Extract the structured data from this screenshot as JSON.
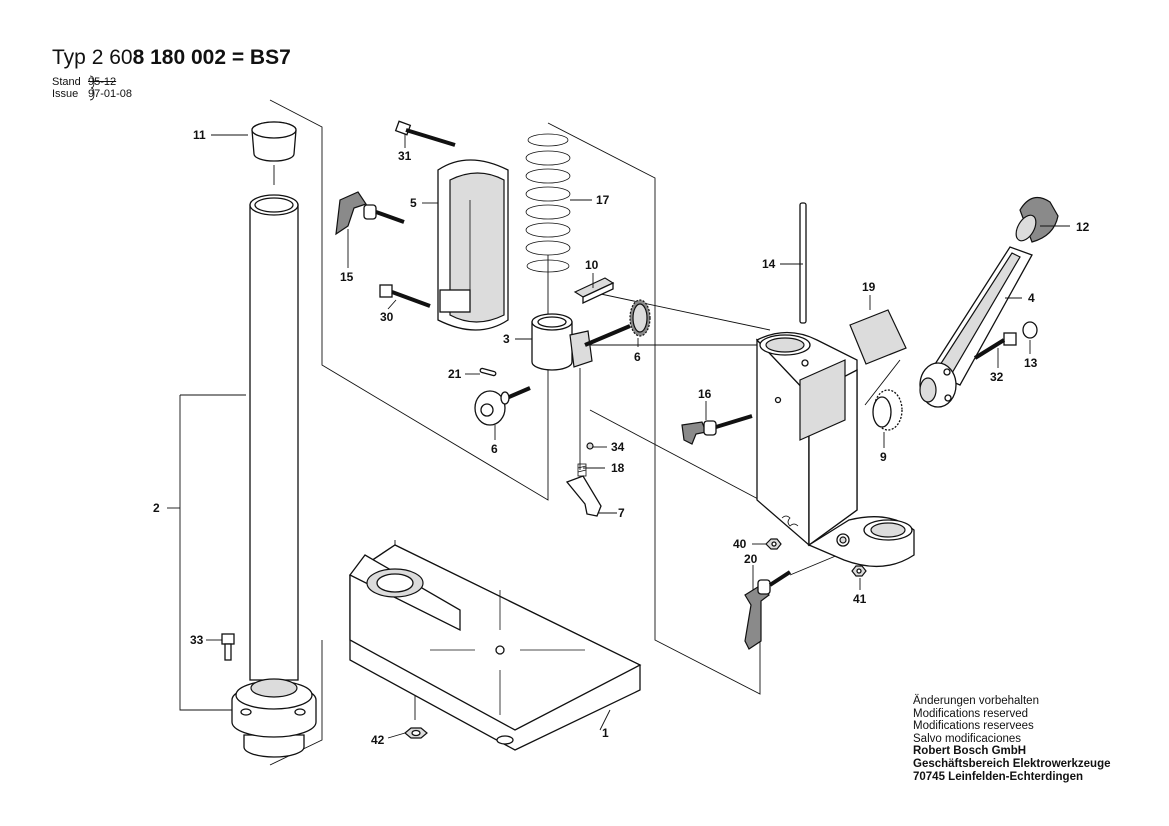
{
  "header": {
    "typ_label": "Typ",
    "typ_number_light": "2 60",
    "typ_number_bold": "8 180 002 = BS7",
    "stand_label": "Stand",
    "stand_value": "95-12",
    "issue_label": "Issue",
    "issue_value": "97-01-08"
  },
  "callouts": [
    {
      "id": "c1",
      "text": "1"
    },
    {
      "id": "c2",
      "text": "2"
    },
    {
      "id": "c3",
      "text": "3"
    },
    {
      "id": "c4",
      "text": "4"
    },
    {
      "id": "c5",
      "text": "5"
    },
    {
      "id": "c6a",
      "text": "6"
    },
    {
      "id": "c6b",
      "text": "6"
    },
    {
      "id": "c7",
      "text": "7"
    },
    {
      "id": "c9",
      "text": "9"
    },
    {
      "id": "c10",
      "text": "10"
    },
    {
      "id": "c11",
      "text": "11"
    },
    {
      "id": "c12",
      "text": "12"
    },
    {
      "id": "c13",
      "text": "13"
    },
    {
      "id": "c14",
      "text": "14"
    },
    {
      "id": "c15",
      "text": "15"
    },
    {
      "id": "c16",
      "text": "16"
    },
    {
      "id": "c17",
      "text": "17"
    },
    {
      "id": "c18",
      "text": "18"
    },
    {
      "id": "c19",
      "text": "19"
    },
    {
      "id": "c20",
      "text": "20"
    },
    {
      "id": "c21",
      "text": "21"
    },
    {
      "id": "c30",
      "text": "30"
    },
    {
      "id": "c31",
      "text": "31"
    },
    {
      "id": "c32",
      "text": "32"
    },
    {
      "id": "c33",
      "text": "33"
    },
    {
      "id": "c34",
      "text": "34"
    },
    {
      "id": "c40",
      "text": "40"
    },
    {
      "id": "c41",
      "text": "41"
    },
    {
      "id": "c42",
      "text": "42"
    }
  ],
  "notes": {
    "line1": "Änderungen vorbehalten",
    "line2": "Modifications reserved",
    "line3": "Modifications reservees",
    "line4": "Salvo modificaciones",
    "company": "Robert Bosch GmbH",
    "division": "Geschäftsbereich Elektrowerkzeuge",
    "address": "70745 Leinfelden-Echterdingen"
  }
}
